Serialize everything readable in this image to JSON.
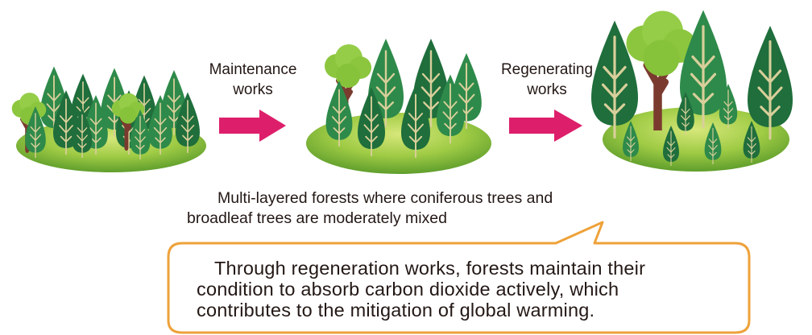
{
  "arrows": {
    "first": {
      "line1": "Maintenance",
      "line2": "works"
    },
    "second": {
      "line1": "Regenerating",
      "line2": "works"
    }
  },
  "caption": {
    "line1": "Multi-layered forests where coniferous trees and",
    "line2": "broadleaf trees are moderately mixed"
  },
  "callout": {
    "line1": "Through regeneration works, forests maintain their",
    "line2": "condition to absorb carbon dioxide actively, which",
    "line3": "contributes to the mitigation of global warming."
  },
  "colors": {
    "arrow": "#dd1f6b",
    "callout_border": "#eea23a",
    "conifer_dark": "#1f6e3c",
    "conifer_mid": "#2e8a4a",
    "broadleaf": "#8cc63e",
    "trunk": "#7a3b2e",
    "ground": "#7fb63a"
  }
}
